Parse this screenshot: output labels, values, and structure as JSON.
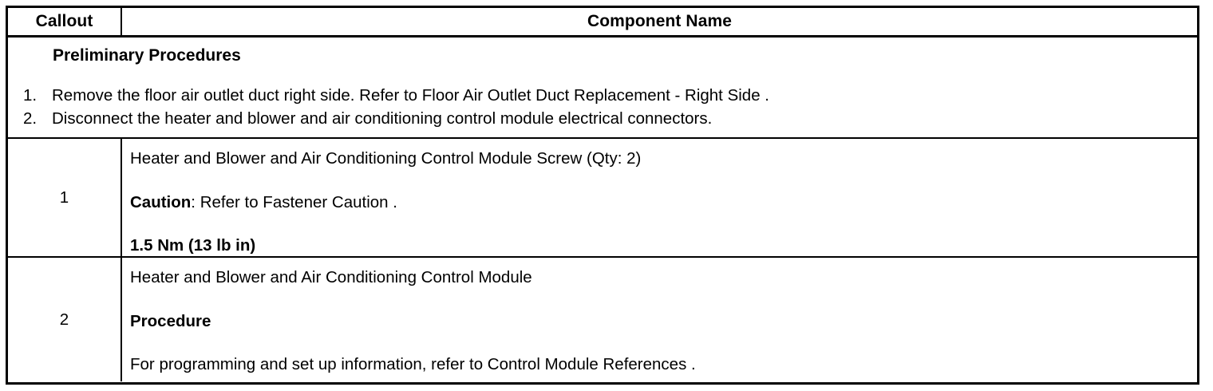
{
  "table": {
    "header": {
      "callout_label": "Callout",
      "component_label": "Component Name"
    },
    "preliminary": {
      "title": "Preliminary Procedures",
      "steps": [
        {
          "number": "1.",
          "text": "Remove the floor air outlet duct right side. Refer to Floor Air Outlet Duct Replacement - Right Side ."
        },
        {
          "number": "2.",
          "text": "Disconnect the heater and blower and air conditioning control module electrical connectors."
        }
      ]
    },
    "items": [
      {
        "callout": "1",
        "lines": [
          {
            "text": "Heater and Blower and Air Conditioning Control Module Screw (Qty: 2)",
            "bold": false
          },
          {
            "bold_prefix": "Caution",
            "text": ": Refer to Fastener Caution .",
            "bold": false
          },
          {
            "text": "1.5 Nm (13 lb in)",
            "bold": true
          }
        ]
      },
      {
        "callout": "2",
        "lines": [
          {
            "text": "Heater and Blower and Air Conditioning Control Module",
            "bold": false
          },
          {
            "text": "Procedure",
            "bold": true
          },
          {
            "text": "For programming and set up information, refer to Control Module References .",
            "bold": false
          }
        ]
      }
    ]
  },
  "colors": {
    "border": "#000000",
    "text": "#000000",
    "background": "#ffffff"
  }
}
